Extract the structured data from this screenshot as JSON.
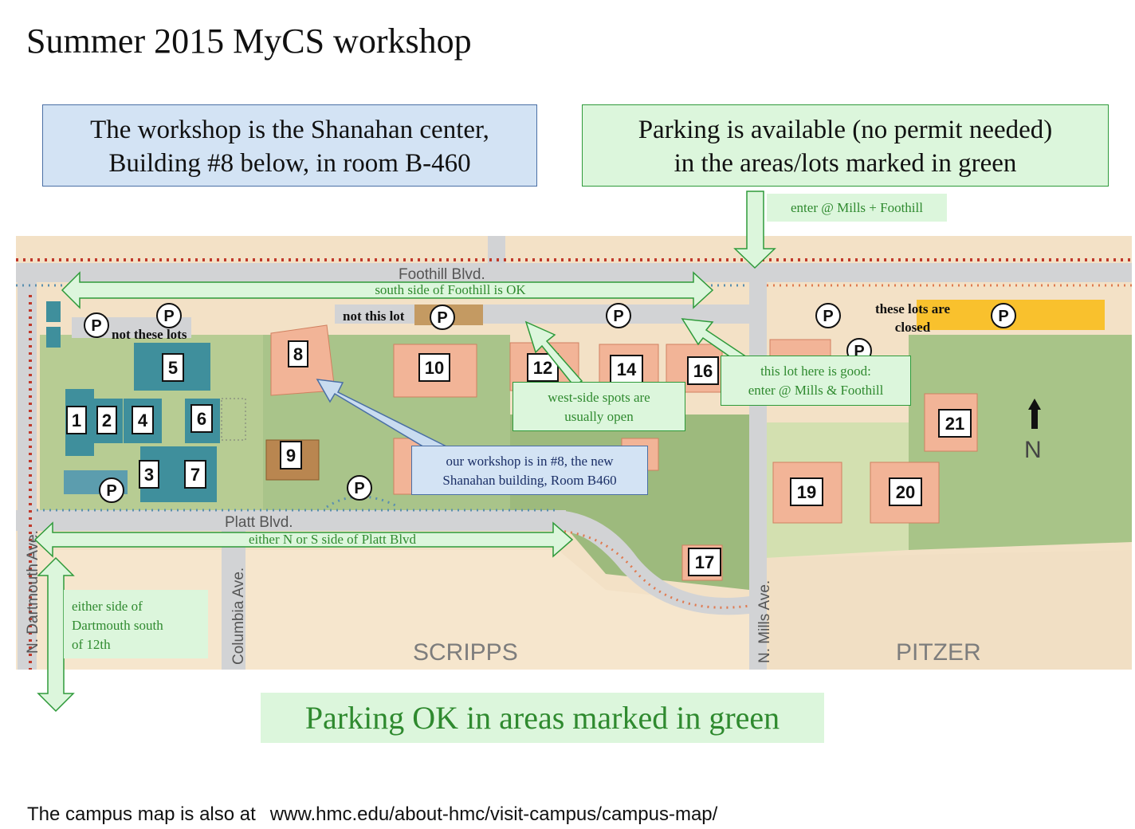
{
  "title": "Summer 2015 MyCS workshop",
  "info_box": {
    "line1": "The workshop is the Shanahan center,",
    "line2": "Building #8 below, in room B-460"
  },
  "parking_box": {
    "line1": "Parking is available (no permit needed)",
    "line2": "in the areas/lots marked in green"
  },
  "annotations": {
    "enter_mills": "enter @ Mills + Foothill",
    "south_foothill": "south side of Foothill is OK",
    "not_this_lot": "not this lot",
    "not_these_lots": "not these lots",
    "lots_closed_1": "these lots are",
    "lots_closed_2": "closed",
    "lot_good_1": "this lot here is good:",
    "lot_good_2": "enter @ Mills & Foothill",
    "west_side_1": "west-side spots are",
    "west_side_2": "usually open",
    "workshop_1": "our workshop is in #8, the new",
    "workshop_2": "Shanahan building, Room B460",
    "platt_sides": "either N or S side of Platt Blvd",
    "dartmouth_1": "either side of",
    "dartmouth_2": "Dartmouth south",
    "dartmouth_3": "of 12th"
  },
  "streets": {
    "foothill": "Foothill Blvd.",
    "platt": "Platt Blvd.",
    "dartmouth": "N. Dartmouth Ave.",
    "columbia": "Columbia Ave.",
    "mills": "N. Mills Ave."
  },
  "areas": {
    "scripps": "SCRIPPS",
    "pitzer": "PITZER",
    "north": "N"
  },
  "parking_symbol": "P",
  "buildings": [
    "1",
    "2",
    "3",
    "4",
    "5",
    "6",
    "7",
    "8",
    "9",
    "10",
    "12",
    "14",
    "16",
    "17",
    "19",
    "20",
    "21"
  ],
  "bottom_banner": "Parking OK in areas marked in green",
  "footer": {
    "text": "The campus map is also at",
    "url": "www.hmc.edu/about-hmc/visit-campus/campus-map/"
  },
  "colors": {
    "info_fill": "#d3e3f4",
    "green_fill": "#dcf6dc",
    "green_text": "#2f8a2f",
    "closed_lot": "#f9c12d"
  }
}
